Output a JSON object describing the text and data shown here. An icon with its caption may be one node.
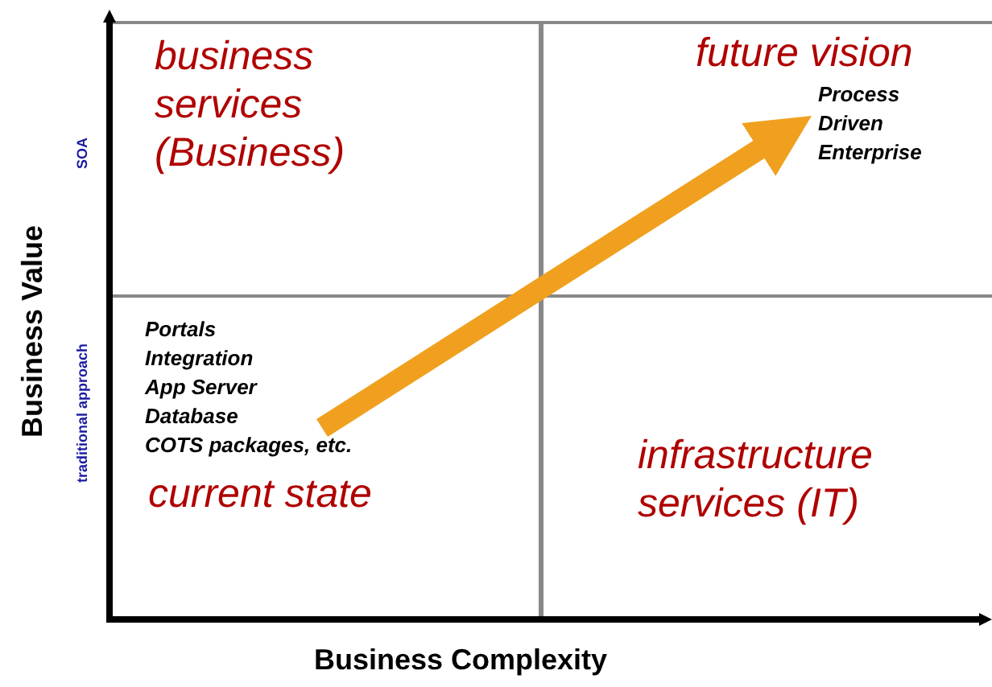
{
  "diagram": {
    "nodes": [
      {
        "text": [
          "Portals",
          "Integration",
          "App Server",
          "Database",
          "COTS packages, etc."
        ]
      },
      {
        "text": [
          "Process Driven Enterprise"
        ]
      }
    ],
    "edges": [
      {
        "from": 0,
        "to": 1,
        "arrow": "to",
        "color": "#f0a01e"
      }
    ],
    "labels": [
      "business services (Business)",
      "future vision",
      "current state",
      "infrastructure services (IT)",
      "Business Value",
      "SOA",
      "traditional approach",
      "Business Complexity"
    ]
  }
}
